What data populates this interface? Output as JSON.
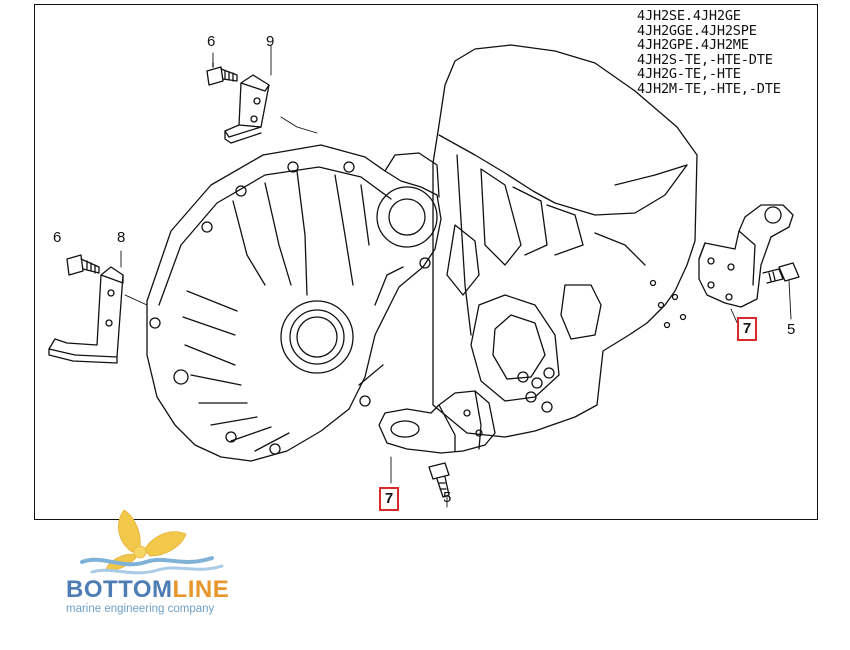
{
  "diagram": {
    "models": [
      "4JH2SE.4JH2GE",
      "4JH2GGE.4JH2SPE",
      "4JH2GPE.4JH2ME",
      "4JH2S-TE,-HTE-DTE",
      "4JH2G-TE,-HTE",
      "4JH2M-TE,-HTE,-DTE"
    ],
    "callouts": {
      "bolt_top": "6",
      "bracket_top": "9",
      "bolt_left": "6",
      "bracket_left": "8",
      "mount_right": "7",
      "bolt_right": "5",
      "mount_bottom": "7",
      "bolt_bottom": "5"
    },
    "highlight_color": "#d9292a"
  },
  "logo": {
    "name_part1": "BOTTOM",
    "name_part2": "LINE",
    "tagline": "marine engineering company",
    "colors": {
      "primary": "#4e7db4",
      "accent": "#e8962b",
      "wave": "#7fb2d6"
    }
  }
}
